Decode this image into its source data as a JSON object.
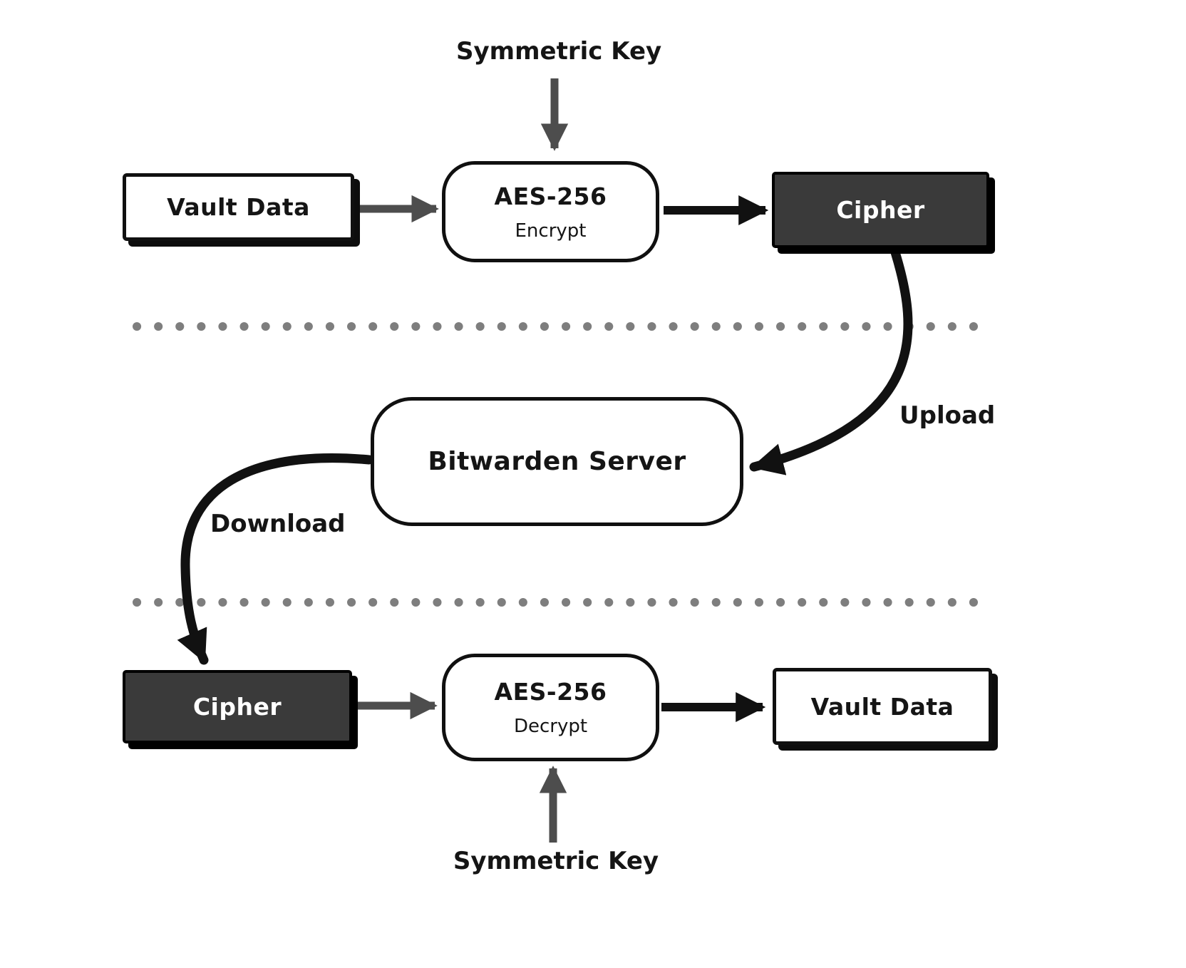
{
  "nodes": {
    "symmetric_key_top": "Symmetric Key",
    "vault_data_top": "Vault Data",
    "aes_encrypt": {
      "title": "AES-256",
      "sub": "Encrypt"
    },
    "cipher_top": "Cipher",
    "bitwarden_server": "Bitwarden Server",
    "cipher_bottom": "Cipher",
    "aes_decrypt": {
      "title": "AES-256",
      "sub": "Decrypt"
    },
    "vault_data_bottom": "Vault Data",
    "symmetric_key_bottom": "Symmetric Key"
  },
  "edge_labels": {
    "upload": "Upload",
    "download": "Download"
  },
  "colors": {
    "dark_box_fill": "#3a3a3a",
    "arrow_black": "#111111",
    "arrow_gray": "#4d4d4d",
    "dotted_divider": "#7e7e7e",
    "box_border": "#101010",
    "background": "#ffffff"
  }
}
